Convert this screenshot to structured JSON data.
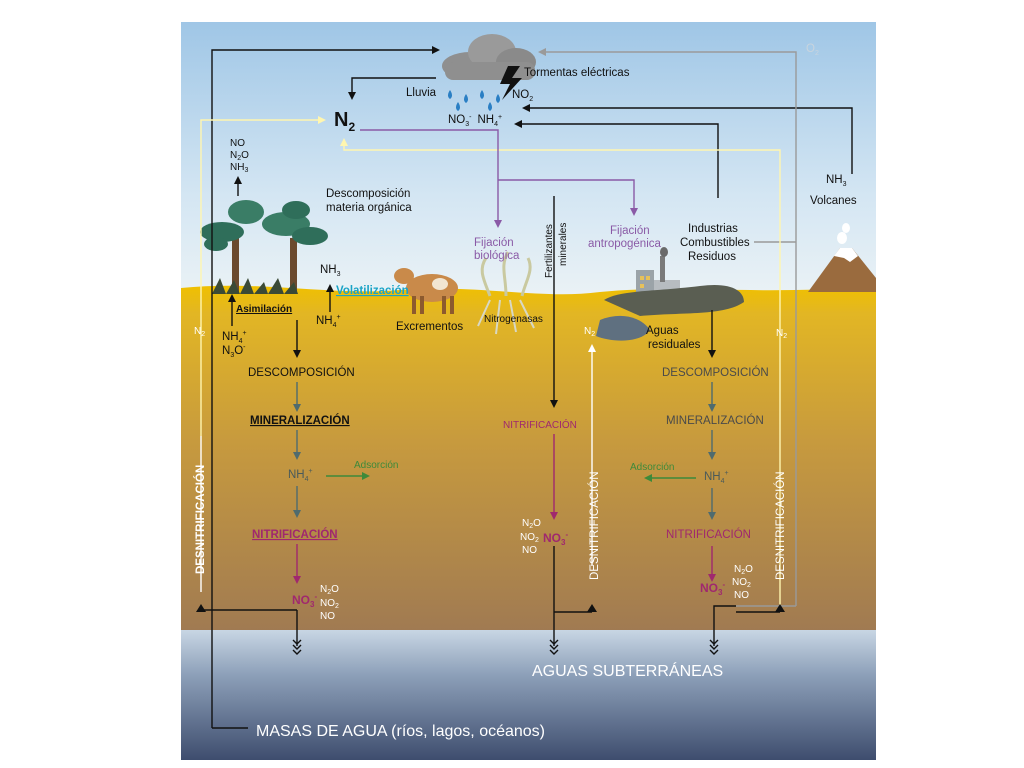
{
  "sky_labels": {
    "storm": "Tormentas eléctricas",
    "rain": "Lluvia",
    "no2": "NO",
    "no2_sub": "2",
    "no3": "NO",
    "no3_sub": "3",
    "no3_sup": "-",
    "nh4": "NH",
    "nh4_sub": "4",
    "nh4_sup": "+",
    "n2": "N",
    "n2_sub": "2",
    "o2": "O",
    "o2_sub": "2"
  },
  "left_gases": {
    "no": "NO",
    "n2o": "N",
    "n2o_sub": "2",
    "n2o_tail": "O",
    "nh3": "NH",
    "nh3_sub": "3"
  },
  "land_labels": {
    "decomposition_title_1": "Descomposición",
    "decomposition_title_2": "materia orgánica",
    "nh3_vol": "NH",
    "nh3_vol_sub": "3",
    "volatilization": "Volatilización",
    "assimilation": "Asimilación",
    "nh4_left": "NH",
    "nh4_left_sub": "4",
    "nh4_left_sup": "+",
    "no3_left": "N",
    "no3_left_sub": "3",
    "no3_left_tail": "O",
    "no3_left_sup": "-",
    "nh4_vol": "NH",
    "nh4_vol_sub": "4",
    "nh4_vol_sup": "+",
    "excrements": "Excrementos",
    "fixation_bio_1": "Fijación",
    "fixation_bio_2": "biológica",
    "nitrogenases": "Nitrogenasas",
    "fertilizers_1": "Fertilizantes",
    "fertilizers_2": "minerales",
    "fixation_anthro_1": "Fijación",
    "fixation_anthro_2": "antropogénica",
    "industries_1": "Industrias",
    "industries_2": "Combustibles",
    "industries_3": "Residuos",
    "volcano_nh3": "NH",
    "volcano_nh3_sub": "3",
    "volcanoes": "Volcanes",
    "wastewater_1": "Aguas",
    "wastewater_2": "residuales",
    "n2_marker": "N",
    "n2_marker_sub": "2"
  },
  "left_column": {
    "decomposition": "DESCOMPOSICIÓN",
    "mineralization": "MINERALIZACIÓN",
    "nh4": "NH",
    "nh4_sub": "4",
    "nh4_sup": "+",
    "adsorption": "Adsorción",
    "nitrification": "NITRIFICACIÓN",
    "no3": "NO",
    "no3_sub": "3",
    "no3_sup": "-",
    "gas_1": "N",
    "gas_1_sub": "2",
    "gas_1_tail": "O",
    "gas_2": "NO",
    "gas_2_sub": "2",
    "gas_3": "NO",
    "denitrification": "DESNITRIFICACIÓN"
  },
  "middle_column": {
    "nitrification": "NITRIFICACIÓN",
    "gas_1": "N",
    "gas_1_sub": "2",
    "gas_1_tail": "O",
    "gas_2": "NO",
    "gas_2_sub": "2",
    "gas_3": "NO",
    "no3": "NO",
    "no3_sub": "3",
    "no3_sup": "-",
    "denitrification": "DESNITRIFICACIÓN"
  },
  "right_column": {
    "decomposition": "DESCOMPOSICIÓN",
    "mineralization": "MINERALIZACIÓN",
    "adsorption": "Adsorción",
    "nh4": "NH",
    "nh4_sub": "4",
    "nh4_sup": "+",
    "nitrification": "NITRIFICACIÓN",
    "no3": "NO",
    "no3_sub": "3",
    "no3_sup": "-",
    "gas_1": "N",
    "gas_1_sub": "2",
    "gas_1_tail": "O",
    "gas_2": "NO",
    "gas_2_sub": "2",
    "gas_3": "NO",
    "denitrification": "DESNITRIFICACIÓN"
  },
  "water_labels": {
    "groundwater": "AGUAS SUBTERRÁNEAS",
    "water_bodies": "MASAS DE AGUA (ríos, lagos, océanos)"
  },
  "colors": {
    "purple_arrow": "#8a5aa6",
    "nitrification": "#a0286e",
    "mineral_arrow": "#4f6b6e",
    "adsorption": "#3d8a3a",
    "volatilization": "#1aa3c6",
    "grey_line": "#9a9a9a"
  }
}
